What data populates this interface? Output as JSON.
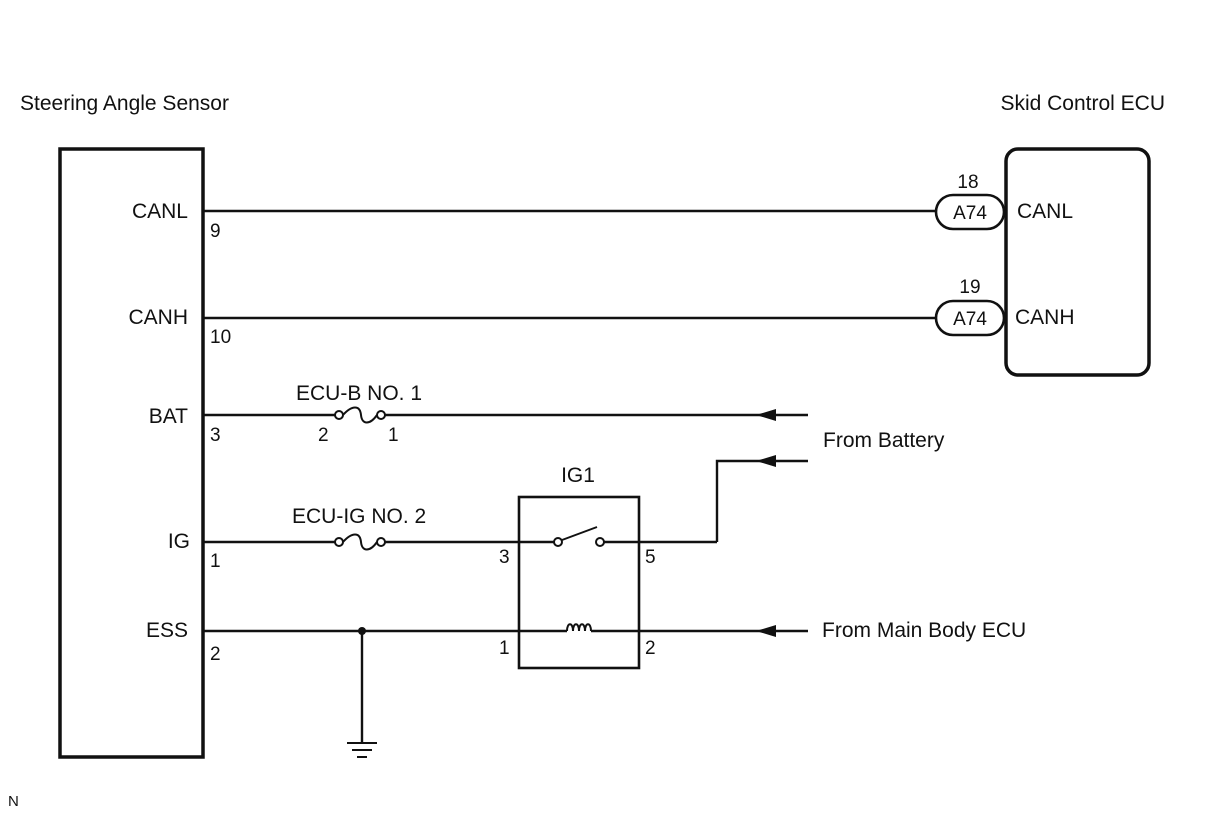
{
  "components": {
    "steering_angle_sensor": {
      "title": "Steering Angle Sensor",
      "terminals": [
        {
          "name": "CANL",
          "pin": "9"
        },
        {
          "name": "CANH",
          "pin": "10"
        },
        {
          "name": "BAT",
          "pin": "3"
        },
        {
          "name": "IG",
          "pin": "1"
        },
        {
          "name": "ESS",
          "pin": "2"
        }
      ]
    },
    "skid_control_ecu": {
      "title": "Skid Control ECU",
      "terminals": [
        {
          "name": "CANL",
          "pin": "18",
          "connector": "A74"
        },
        {
          "name": "CANH",
          "pin": "19",
          "connector": "A74"
        }
      ]
    },
    "relay": {
      "title": "IG1",
      "pins": {
        "switch_in": "3",
        "switch_out": "5",
        "coil_in": "1",
        "coil_out": "2"
      }
    }
  },
  "fuses": {
    "ecu_b": {
      "label": "ECU-B NO. 1",
      "pin_left": "2",
      "pin_right": "1"
    },
    "ecu_ig": {
      "label": "ECU-IG NO. 2"
    }
  },
  "sources": {
    "battery": "From Battery",
    "main_body_ecu": "From Main Body ECU"
  },
  "corner_mark": "N",
  "colors": {
    "line": "#111111",
    "background": "#ffffff"
  }
}
